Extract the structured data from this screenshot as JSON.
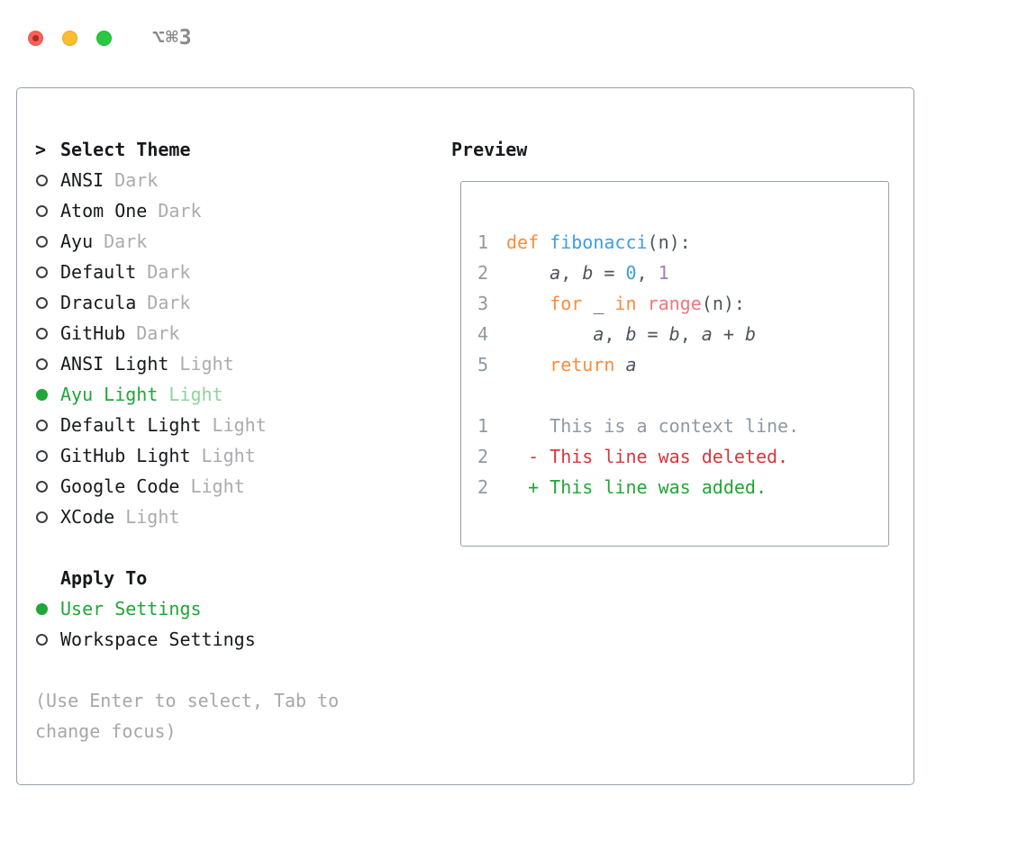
{
  "window": {
    "shortcut": "⌥⌘3",
    "traffic_lights": [
      "close",
      "minimize",
      "zoom"
    ]
  },
  "theme_panel": {
    "prompt": ">",
    "title": "Select Theme",
    "themes": [
      {
        "name": "ANSI",
        "variant": "Dark",
        "selected": false
      },
      {
        "name": "Atom One",
        "variant": "Dark",
        "selected": false
      },
      {
        "name": "Ayu",
        "variant": "Dark",
        "selected": false
      },
      {
        "name": "Default",
        "variant": "Dark",
        "selected": false
      },
      {
        "name": "Dracula",
        "variant": "Dark",
        "selected": false
      },
      {
        "name": "GitHub",
        "variant": "Dark",
        "selected": false
      },
      {
        "name": "ANSI Light",
        "variant": "Light",
        "selected": false
      },
      {
        "name": "Ayu Light",
        "variant": "Light",
        "selected": true
      },
      {
        "name": "Default Light",
        "variant": "Light",
        "selected": false
      },
      {
        "name": "GitHub Light",
        "variant": "Light",
        "selected": false
      },
      {
        "name": "Google Code",
        "variant": "Light",
        "selected": false
      },
      {
        "name": "XCode",
        "variant": "Light",
        "selected": false
      }
    ],
    "apply_to": {
      "title": "Apply To",
      "options": [
        {
          "label": "User Settings",
          "selected": true
        },
        {
          "label": "Workspace Settings",
          "selected": false
        }
      ]
    },
    "hint": "(Use Enter to select, Tab to change focus)"
  },
  "preview": {
    "title": "Preview",
    "lines": [
      {
        "num": "1",
        "tokens": [
          {
            "t": "def ",
            "c": "keyword"
          },
          {
            "t": "fibonacci",
            "c": "function"
          },
          {
            "t": "(n):"
          }
        ]
      },
      {
        "num": "2",
        "tokens": [
          {
            "t": "    "
          },
          {
            "t": "a",
            "i": true
          },
          {
            "t": ", "
          },
          {
            "t": "b",
            "i": true
          },
          {
            "t": " = "
          },
          {
            "t": "0",
            "c": "num_blue"
          },
          {
            "t": ", "
          },
          {
            "t": "1",
            "c": "num_purple"
          }
        ]
      },
      {
        "num": "3",
        "tokens": [
          {
            "t": "    "
          },
          {
            "t": "for",
            "c": "keyword"
          },
          {
            "t": " _ "
          },
          {
            "t": "in",
            "c": "keyword"
          },
          {
            "t": " "
          },
          {
            "t": "range",
            "c": "builtin"
          },
          {
            "t": "(n):"
          }
        ]
      },
      {
        "num": "4",
        "tokens": [
          {
            "t": "        "
          },
          {
            "t": "a",
            "i": true
          },
          {
            "t": ", "
          },
          {
            "t": "b",
            "i": true
          },
          {
            "t": " = "
          },
          {
            "t": "b",
            "i": true
          },
          {
            "t": ", "
          },
          {
            "t": "a",
            "i": true
          },
          {
            "t": " + "
          },
          {
            "t": "b",
            "i": true
          }
        ]
      },
      {
        "num": "5",
        "tokens": [
          {
            "t": "    "
          },
          {
            "t": "return",
            "c": "keyword"
          },
          {
            "t": " "
          },
          {
            "t": "a",
            "i": true
          }
        ]
      },
      {
        "num": "",
        "tokens": []
      },
      {
        "num": "1",
        "tokens": [
          {
            "t": "    This is a context line.",
            "c": "diff_context"
          }
        ]
      },
      {
        "num": "2",
        "tokens": [
          {
            "t": "  - This line was deleted.",
            "c": "diff_deleted"
          }
        ]
      },
      {
        "num": "2",
        "tokens": [
          {
            "t": "  + This line was added.",
            "c": "diff_added"
          }
        ]
      }
    ]
  },
  "colors": {
    "text": "#17191c",
    "muted": "#a7a7ab",
    "variant_gray": "#ababaf",
    "accent_green": "#21a637",
    "accent_green_light": "#8ed39a",
    "keyword": "#f98c3d",
    "function": "#3a9ee6",
    "builtin": "#f2757d",
    "num_blue": "#3a9ee6",
    "num_purple": "#a37acc",
    "plain": "#4e545e",
    "line_number": "#8e99a4",
    "diff_context": "#8e99a4",
    "diff_deleted": "#d4383d",
    "diff_added": "#21a637",
    "border": "#98a0a8",
    "traffic_red": "#ff5f57",
    "traffic_yellow": "#febc2e",
    "traffic_green": "#28c840",
    "shortcut_gray": "#8a8a8e"
  }
}
